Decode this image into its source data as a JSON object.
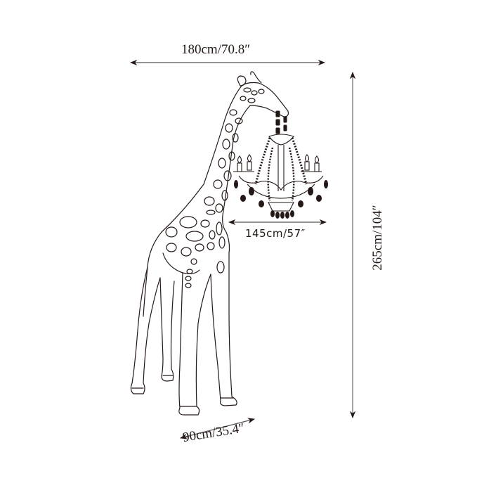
{
  "diagram": {
    "subject": "Giraffe floor lamp holding chandelier",
    "style": "line drawing",
    "colors": {
      "line": "#231815",
      "dimension_line": "#555555",
      "background": "#ffffff"
    },
    "dimensions": {
      "overall_width": {
        "label": "180cm/70.8″",
        "orientation": "horizontal"
      },
      "chandelier_width": {
        "label": "145cm/57″",
        "orientation": "horizontal"
      },
      "overall_height": {
        "label": "265cm/104″",
        "orientation": "vertical"
      },
      "base_depth": {
        "label": "90cm/35.4″",
        "orientation": "diagonal"
      }
    }
  }
}
